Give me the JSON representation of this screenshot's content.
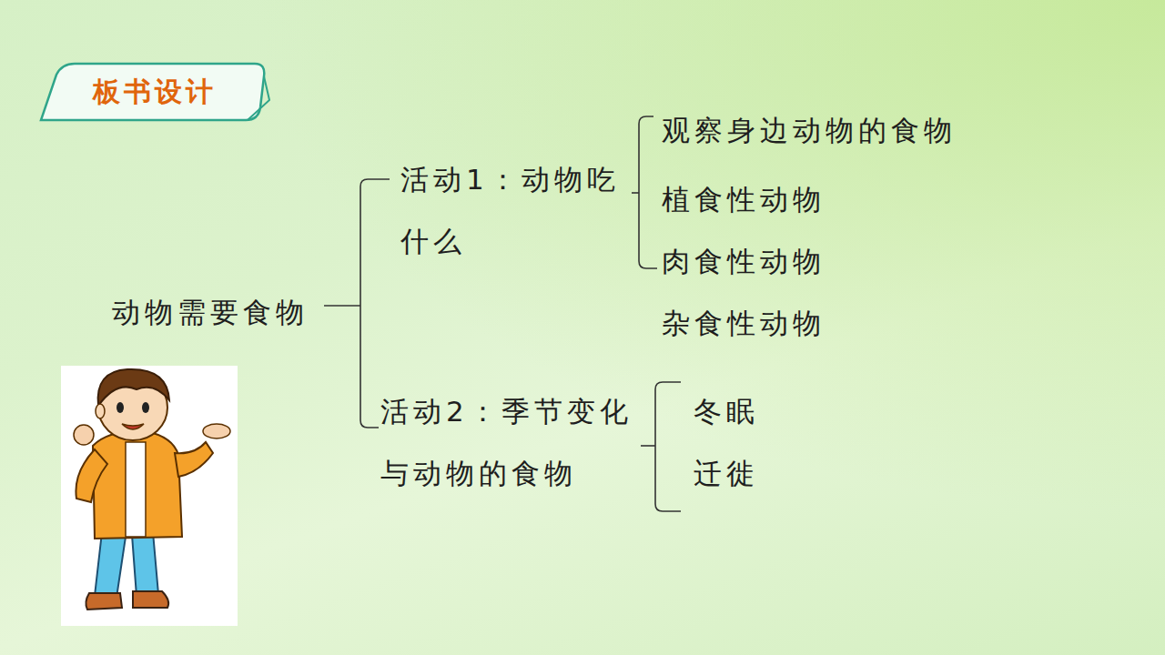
{
  "diagram": {
    "title": "板书设计",
    "labels": [
      "动物需要食物",
      "活动1：动物吃什么",
      "观察身边动物的食物",
      "植食性动物",
      "肉食性动物",
      "杂食性动物",
      "活动2：季节变化与动物的食物",
      "冬眠",
      "迁徙"
    ]
  }
}
